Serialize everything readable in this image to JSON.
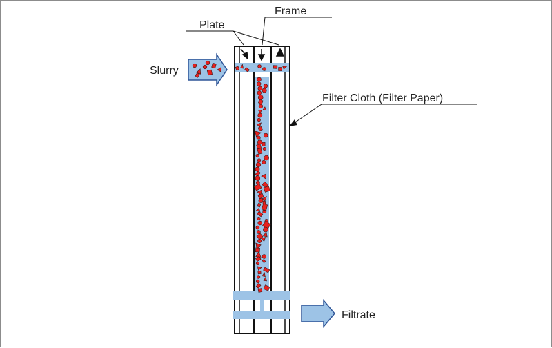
{
  "labels": {
    "frame": "Frame",
    "plate": "Plate",
    "slurry": "Slurry",
    "filter_cloth": "Filter Cloth (Filter Paper)",
    "filtrate": "Filtrate"
  },
  "colors": {
    "liquid": "#9dc3e6",
    "particle": "#e8201e",
    "particle_outline": "#3a1a1a",
    "arrow_fill": "#9dc3e6",
    "arrow_stroke": "#2f5597",
    "line": "#111111"
  }
}
